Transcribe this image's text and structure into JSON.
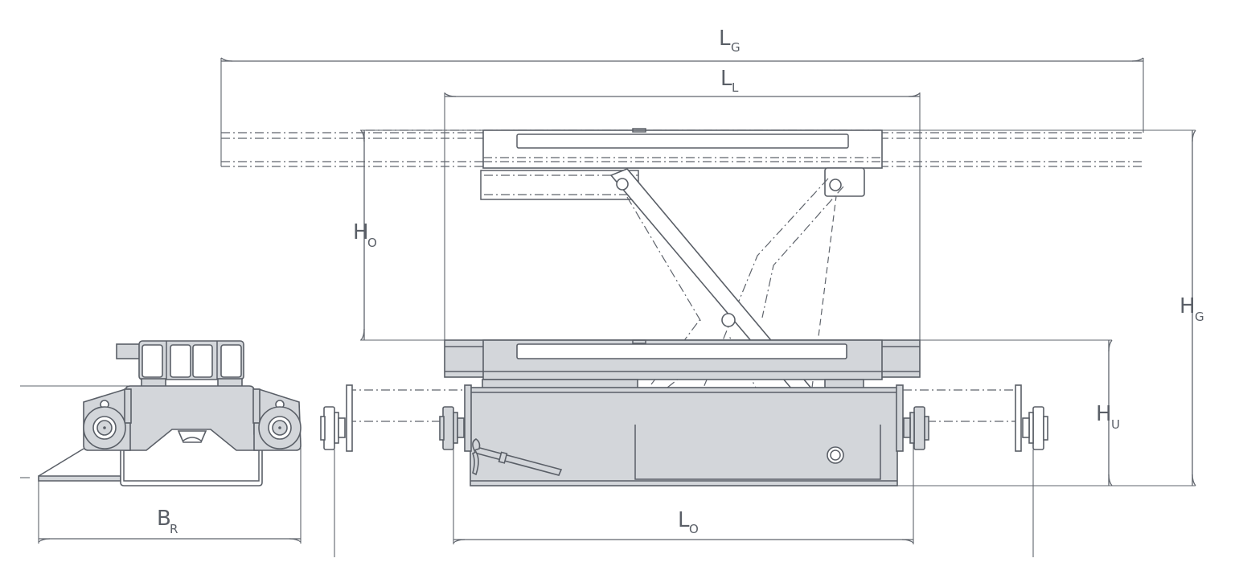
{
  "colors": {
    "line": "#5a5f67",
    "fill": "#d3d6da",
    "background": "#ffffff"
  },
  "dimensions": {
    "LG": {
      "main": "L",
      "sub": "G"
    },
    "LL": {
      "main": "L",
      "sub": "L"
    },
    "HO": {
      "main": "H",
      "sub": "O"
    },
    "HG": {
      "main": "H",
      "sub": "G"
    },
    "HU": {
      "main": "H",
      "sub": "U"
    },
    "LO": {
      "main": "L",
      "sub": "O"
    },
    "BR": {
      "main": "B",
      "sub": "R"
    }
  }
}
